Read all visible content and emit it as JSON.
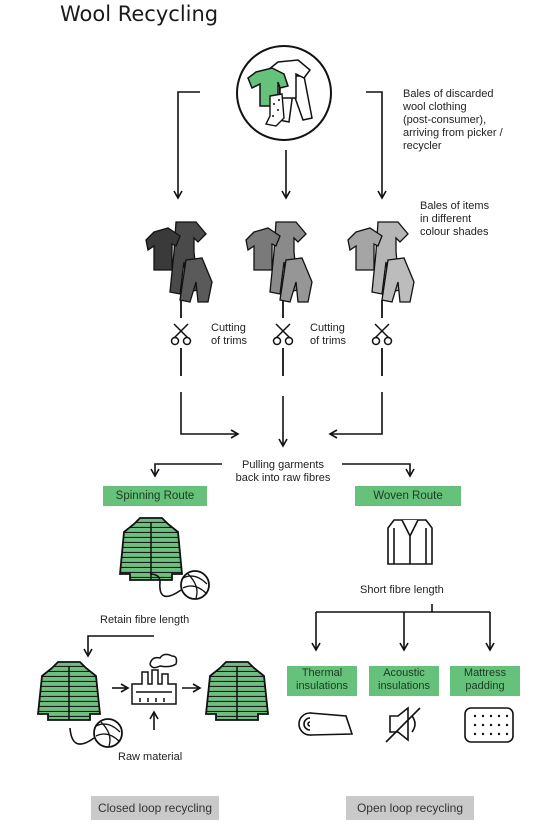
{
  "title": "Wool Recycling",
  "labels": {
    "bales_discarded": [
      "Bales of discarded",
      "wool clothing",
      "(post-consumer),",
      "arriving from picker /",
      "recycler"
    ],
    "bales_items": [
      "Bales of items",
      "in different",
      "colour shades"
    ],
    "cutting_trims_left": [
      "Cutting",
      "of trims"
    ],
    "cutting_trims_right": [
      "Cutting",
      "of trims"
    ],
    "pulling": [
      "Pulling garments",
      "back into raw fibres"
    ],
    "retain_fibre": "Retain fibre length",
    "short_fibre": "Short fibre length",
    "raw_material": "Raw material"
  },
  "routes": {
    "spinning": "Spinning Route",
    "woven": "Woven Route"
  },
  "products": {
    "thermal": [
      "Thermal",
      "insulations"
    ],
    "acoustic": [
      "Acoustic",
      "insulations"
    ],
    "mattress": [
      "Mattress",
      "padding"
    ]
  },
  "footer": {
    "closed_loop": "Closed loop recycling",
    "open_loop": "Open loop recycling"
  },
  "colors": {
    "accent_green": "#66c27a",
    "dark_garment": "#4a4a4a",
    "mid_garment": "#7d7d7d",
    "light_garment": "#a9a9a9",
    "footer_grey": "#c9c9c9"
  }
}
